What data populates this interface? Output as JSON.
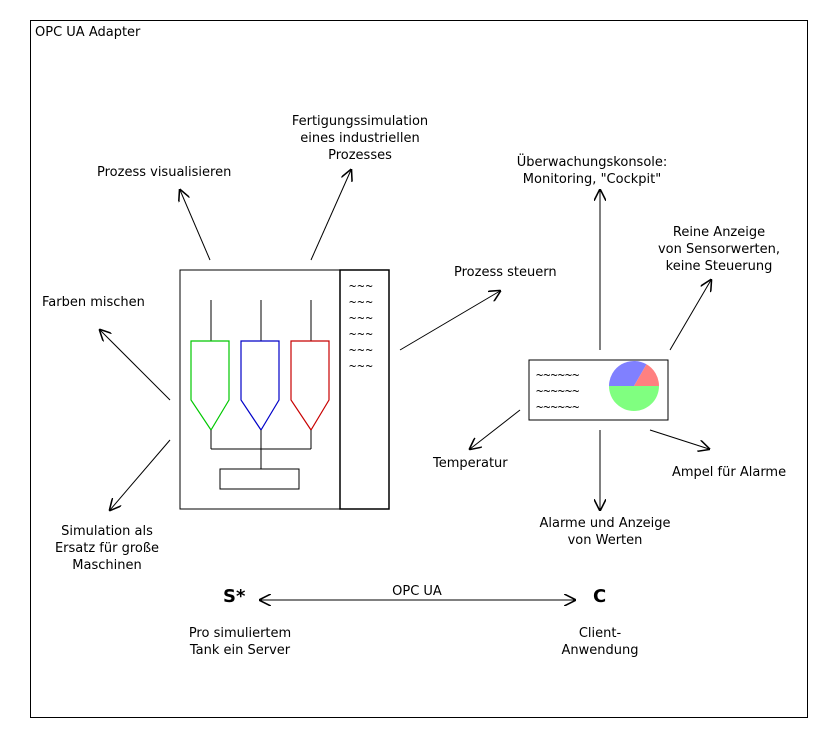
{
  "frame": {
    "title": "OPC UA Adapter"
  },
  "labels": {
    "visualize": "Prozess visualisieren",
    "simulation": "Fertigungssimulation\neines industriellen\nProzesses",
    "mix": "Farben mischen",
    "replacement": "Simulation als\nErsatz für große\nMaschinen",
    "control": "Prozess steuern",
    "console": "Überwachungskonsole:\nMonitoring, \"Cockpit\"",
    "sensor": "Reine Anzeige\nvon Sensorwerten,\nkeine Steuerung",
    "temperature": "Temperatur",
    "alarm_light": "Ampel für Alarme",
    "alarms": "Alarme und Anzeige\nvon Werten"
  },
  "server": {
    "symbol": "S*",
    "caption": "Pro simuliertem\nTank ein Server"
  },
  "client": {
    "symbol": "C",
    "caption": "Client-\nAnwendung"
  },
  "protocol": "OPC UA",
  "panel_text": "~~~\n~~~\n~~~\n~~~\n~~~\n~~~",
  "console_text": "~~~~~~\n~~~~~~\n~~~~~~",
  "colors": {
    "tank_left": "#00c800",
    "tank_middle": "#0000c8",
    "tank_right": "#c80000",
    "pie_blue": "#8080ff",
    "pie_red": "#ff8080",
    "pie_green": "#80ff80"
  }
}
